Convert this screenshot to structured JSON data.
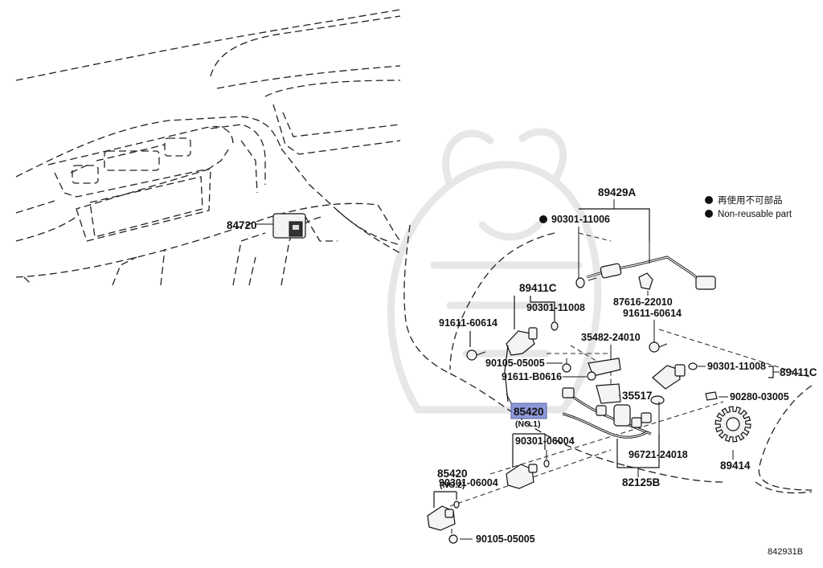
{
  "legend": {
    "japanese": "再使用不可部品",
    "english": "Non-reusable part"
  },
  "figure_id": "842931B",
  "highlight_color": "#8f97d8",
  "parts": {
    "p84720": "84720",
    "p89429A": "89429A",
    "p90301_11006": "90301-11006",
    "p87616_22010": "87616-22010",
    "p91611_60614_r": "91611-60614",
    "p89411C_l": "89411C",
    "p90301_11008_l": "90301-11008",
    "p91611_60614_l": "91611-60614",
    "p35482_24010": "35482-24010",
    "p90105_05005_t": "90105-05005",
    "p91611_B0616": "91611-B0616",
    "p90301_11008_r": "90301-11008",
    "p89411C_r": "89411C",
    "p90280_03005": "90280-03005",
    "p35517": "35517",
    "p85420_no1": "85420",
    "p85420_no1_note": "(NO.1)",
    "p90301_06004_a": "90301-06004",
    "p85420_no2": "85420",
    "p85420_no2_note": "(NO.2)",
    "p90301_06004_b": "90301-06004",
    "p96721_24018": "96721-24018",
    "p89414": "89414",
    "p82125B": "82125B",
    "p90105_05005_b": "90105-05005"
  }
}
